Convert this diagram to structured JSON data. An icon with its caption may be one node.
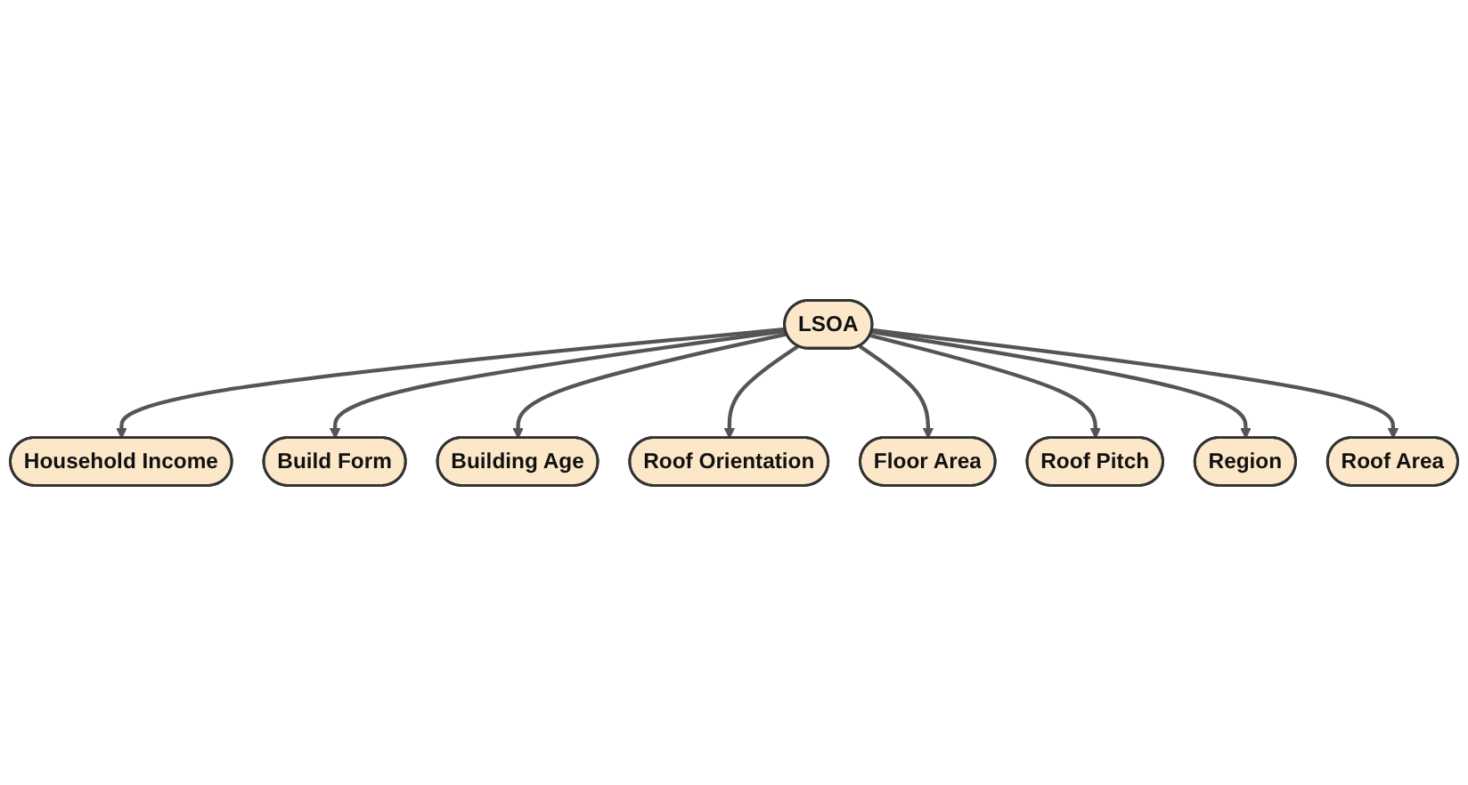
{
  "diagram": {
    "nodes": [
      {
        "text": [
          "Household Income"
        ]
      },
      {
        "text": [
          "Build Form"
        ]
      },
      {
        "text": [
          "Building Age"
        ]
      },
      {
        "text": [
          "LSOA"
        ]
      },
      {
        "text": [
          "Roof Orientation"
        ]
      },
      {
        "text": [
          "Floor Area"
        ]
      },
      {
        "text": [
          "Roof Pitch"
        ]
      },
      {
        "text": [
          "Region"
        ]
      },
      {
        "text": [
          "Roof Area"
        ]
      }
    ],
    "edges": [
      {
        "from": 3,
        "to": 0,
        "arrow": "to"
      },
      {
        "from": 3,
        "to": 1,
        "arrow": "to"
      },
      {
        "from": 3,
        "to": 2,
        "arrow": "to"
      },
      {
        "from": 3,
        "to": 4,
        "arrow": "to"
      },
      {
        "from": 3,
        "to": 5,
        "arrow": "to"
      },
      {
        "from": 3,
        "to": 6,
        "arrow": "to"
      },
      {
        "from": 3,
        "to": 7,
        "arrow": "to"
      },
      {
        "from": 3,
        "to": 8,
        "arrow": "to"
      }
    ]
  }
}
